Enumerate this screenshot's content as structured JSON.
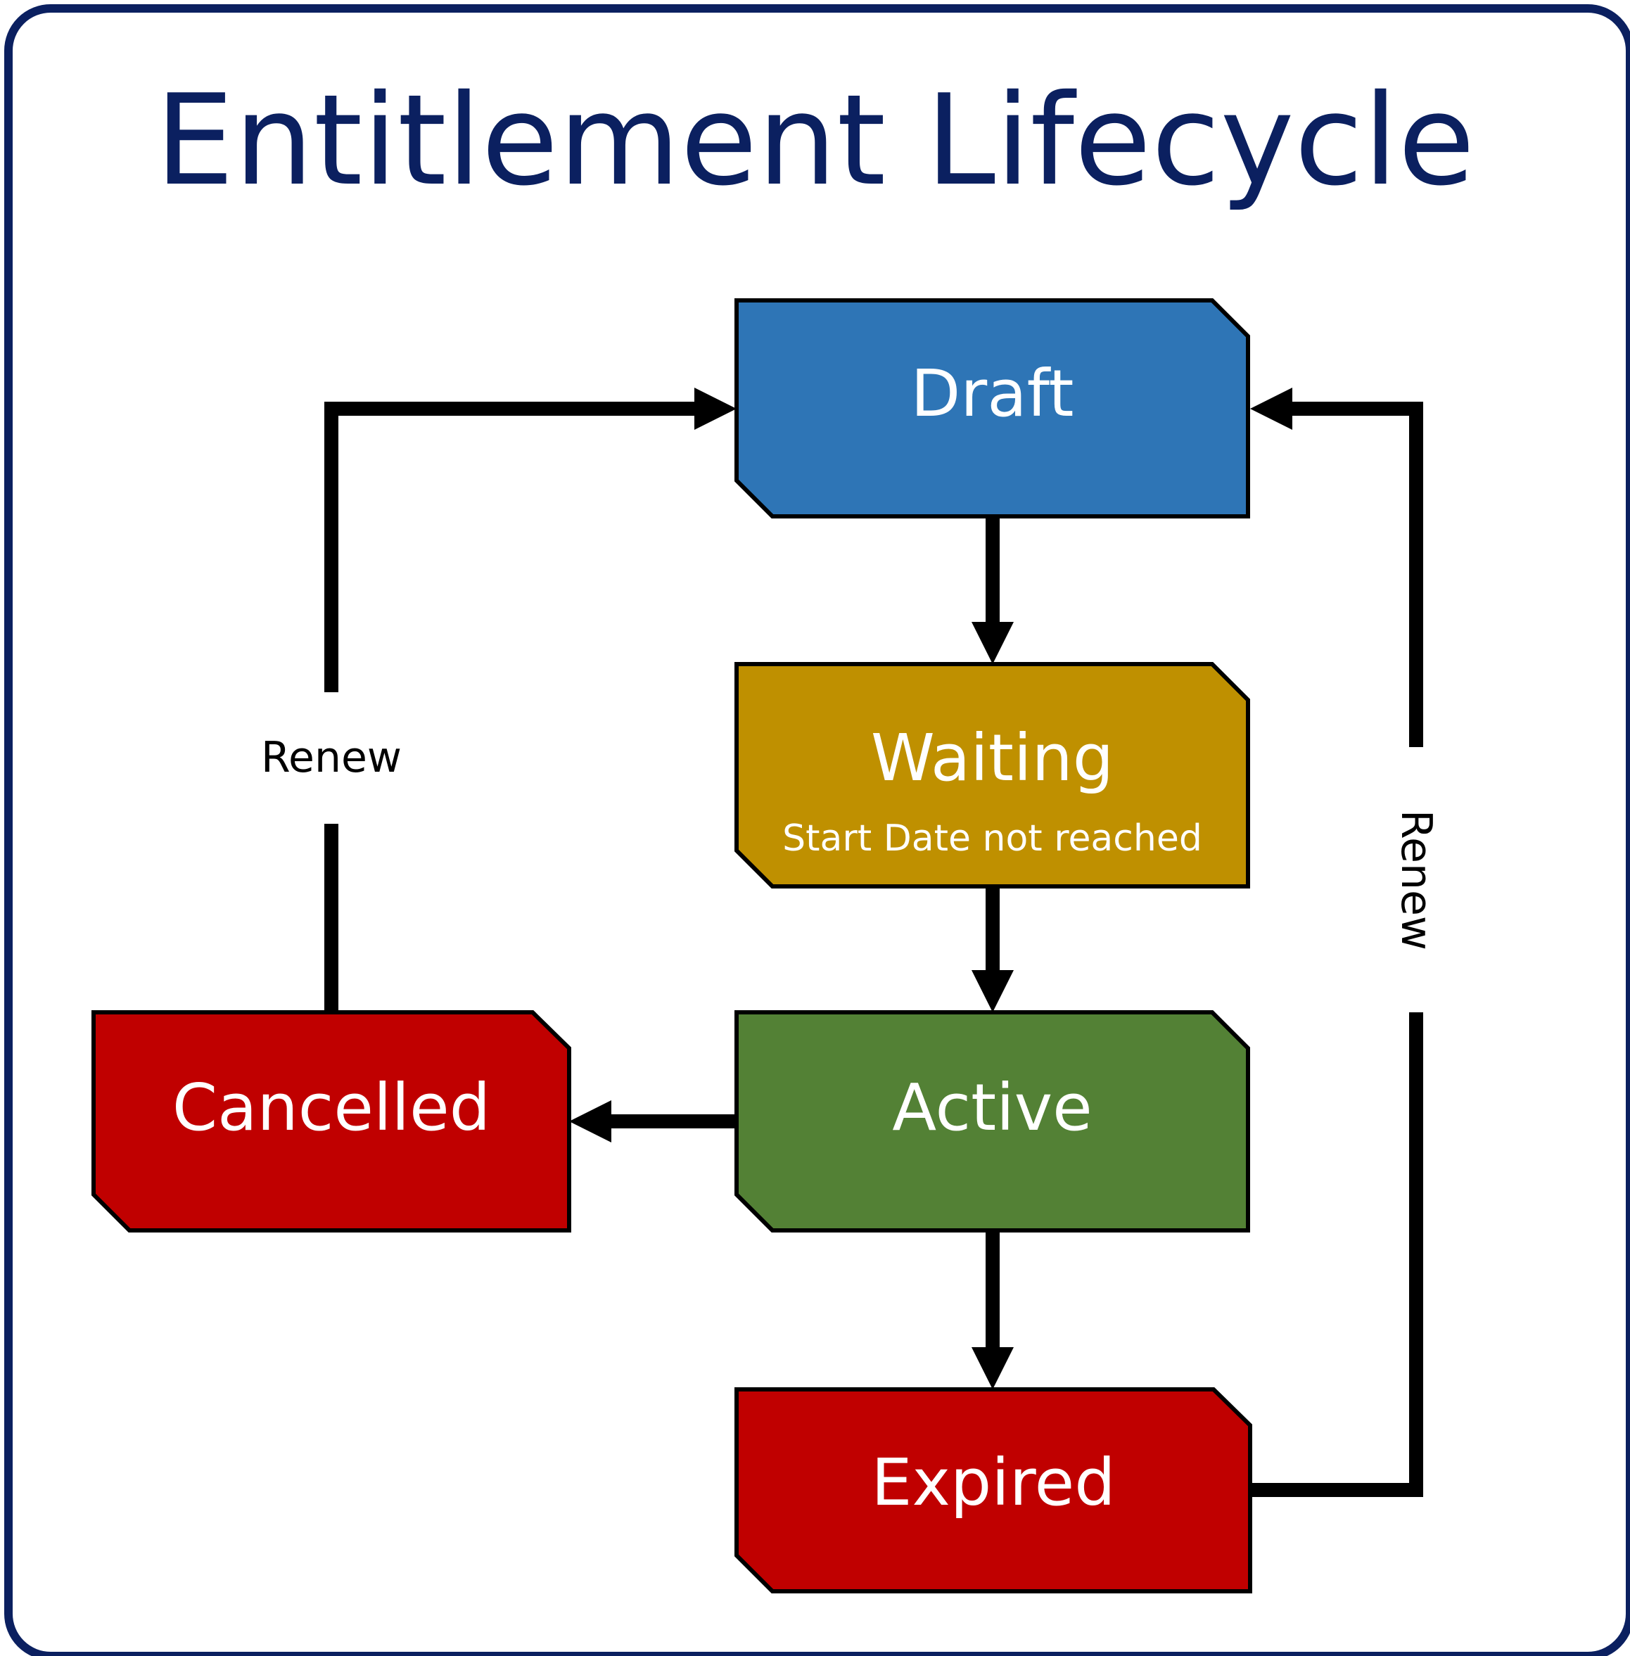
{
  "title": "Entitlement Lifecycle",
  "states": {
    "draft": {
      "label": "Draft",
      "color": "#2e75b6"
    },
    "waiting": {
      "label": "Waiting",
      "sublabel": "Start Date not reached",
      "color": "#bf9000"
    },
    "active": {
      "label": "Active",
      "color": "#538135"
    },
    "cancelled": {
      "label": "Cancelled",
      "color": "#c00000"
    },
    "expired": {
      "label": "Expired",
      "color": "#c00000"
    }
  },
  "transitions": {
    "cancelled_to_draft": {
      "label": "Renew"
    },
    "expired_to_draft": {
      "label": "Renew"
    }
  },
  "colors": {
    "frame": "#0b2060",
    "title": "#0b2060",
    "connector": "#000000"
  }
}
